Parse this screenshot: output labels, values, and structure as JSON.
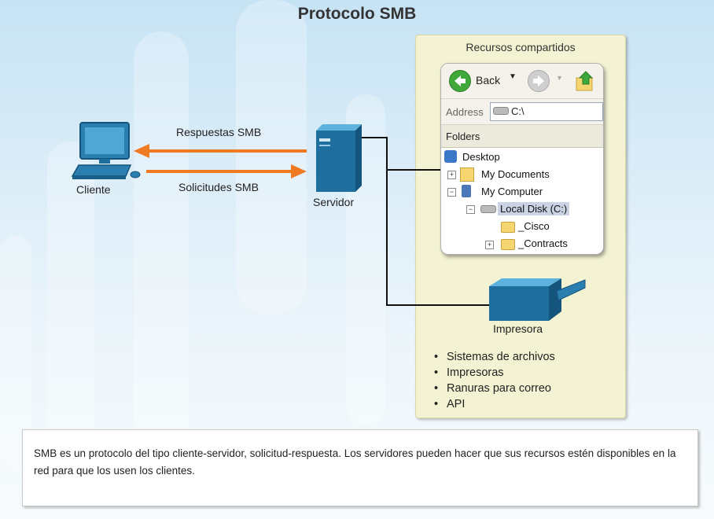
{
  "title": "Protocolo SMB",
  "client_label": "Cliente",
  "server_label": "Servidor",
  "printer_label": "Impresora",
  "responses_label": "Respuestas SMB",
  "requests_label": "Solicitudes SMB",
  "panel": {
    "title": "Recursos compartidos",
    "bullets": [
      "Sistemas de archivos",
      "Impresoras",
      "Ranuras para correo",
      "API"
    ]
  },
  "explorer": {
    "back_label": "Back",
    "address_label": "Address",
    "address_value": "C:\\",
    "folders_label": "Folders",
    "tree": [
      "Desktop",
      "My Documents",
      "My Computer",
      "Local Disk (C:)",
      "_Cisco",
      "_Contracts"
    ]
  },
  "description": "SMB es un protocolo del tipo cliente-servidor, solicitud-respuesta. Los servidores pueden hacer que sus recursos estén disponibles en la red para que los usen los clientes.",
  "colors": {
    "arrow": "#f07a22",
    "device": "#1f6f9e",
    "panel": "#f3f2d3"
  }
}
